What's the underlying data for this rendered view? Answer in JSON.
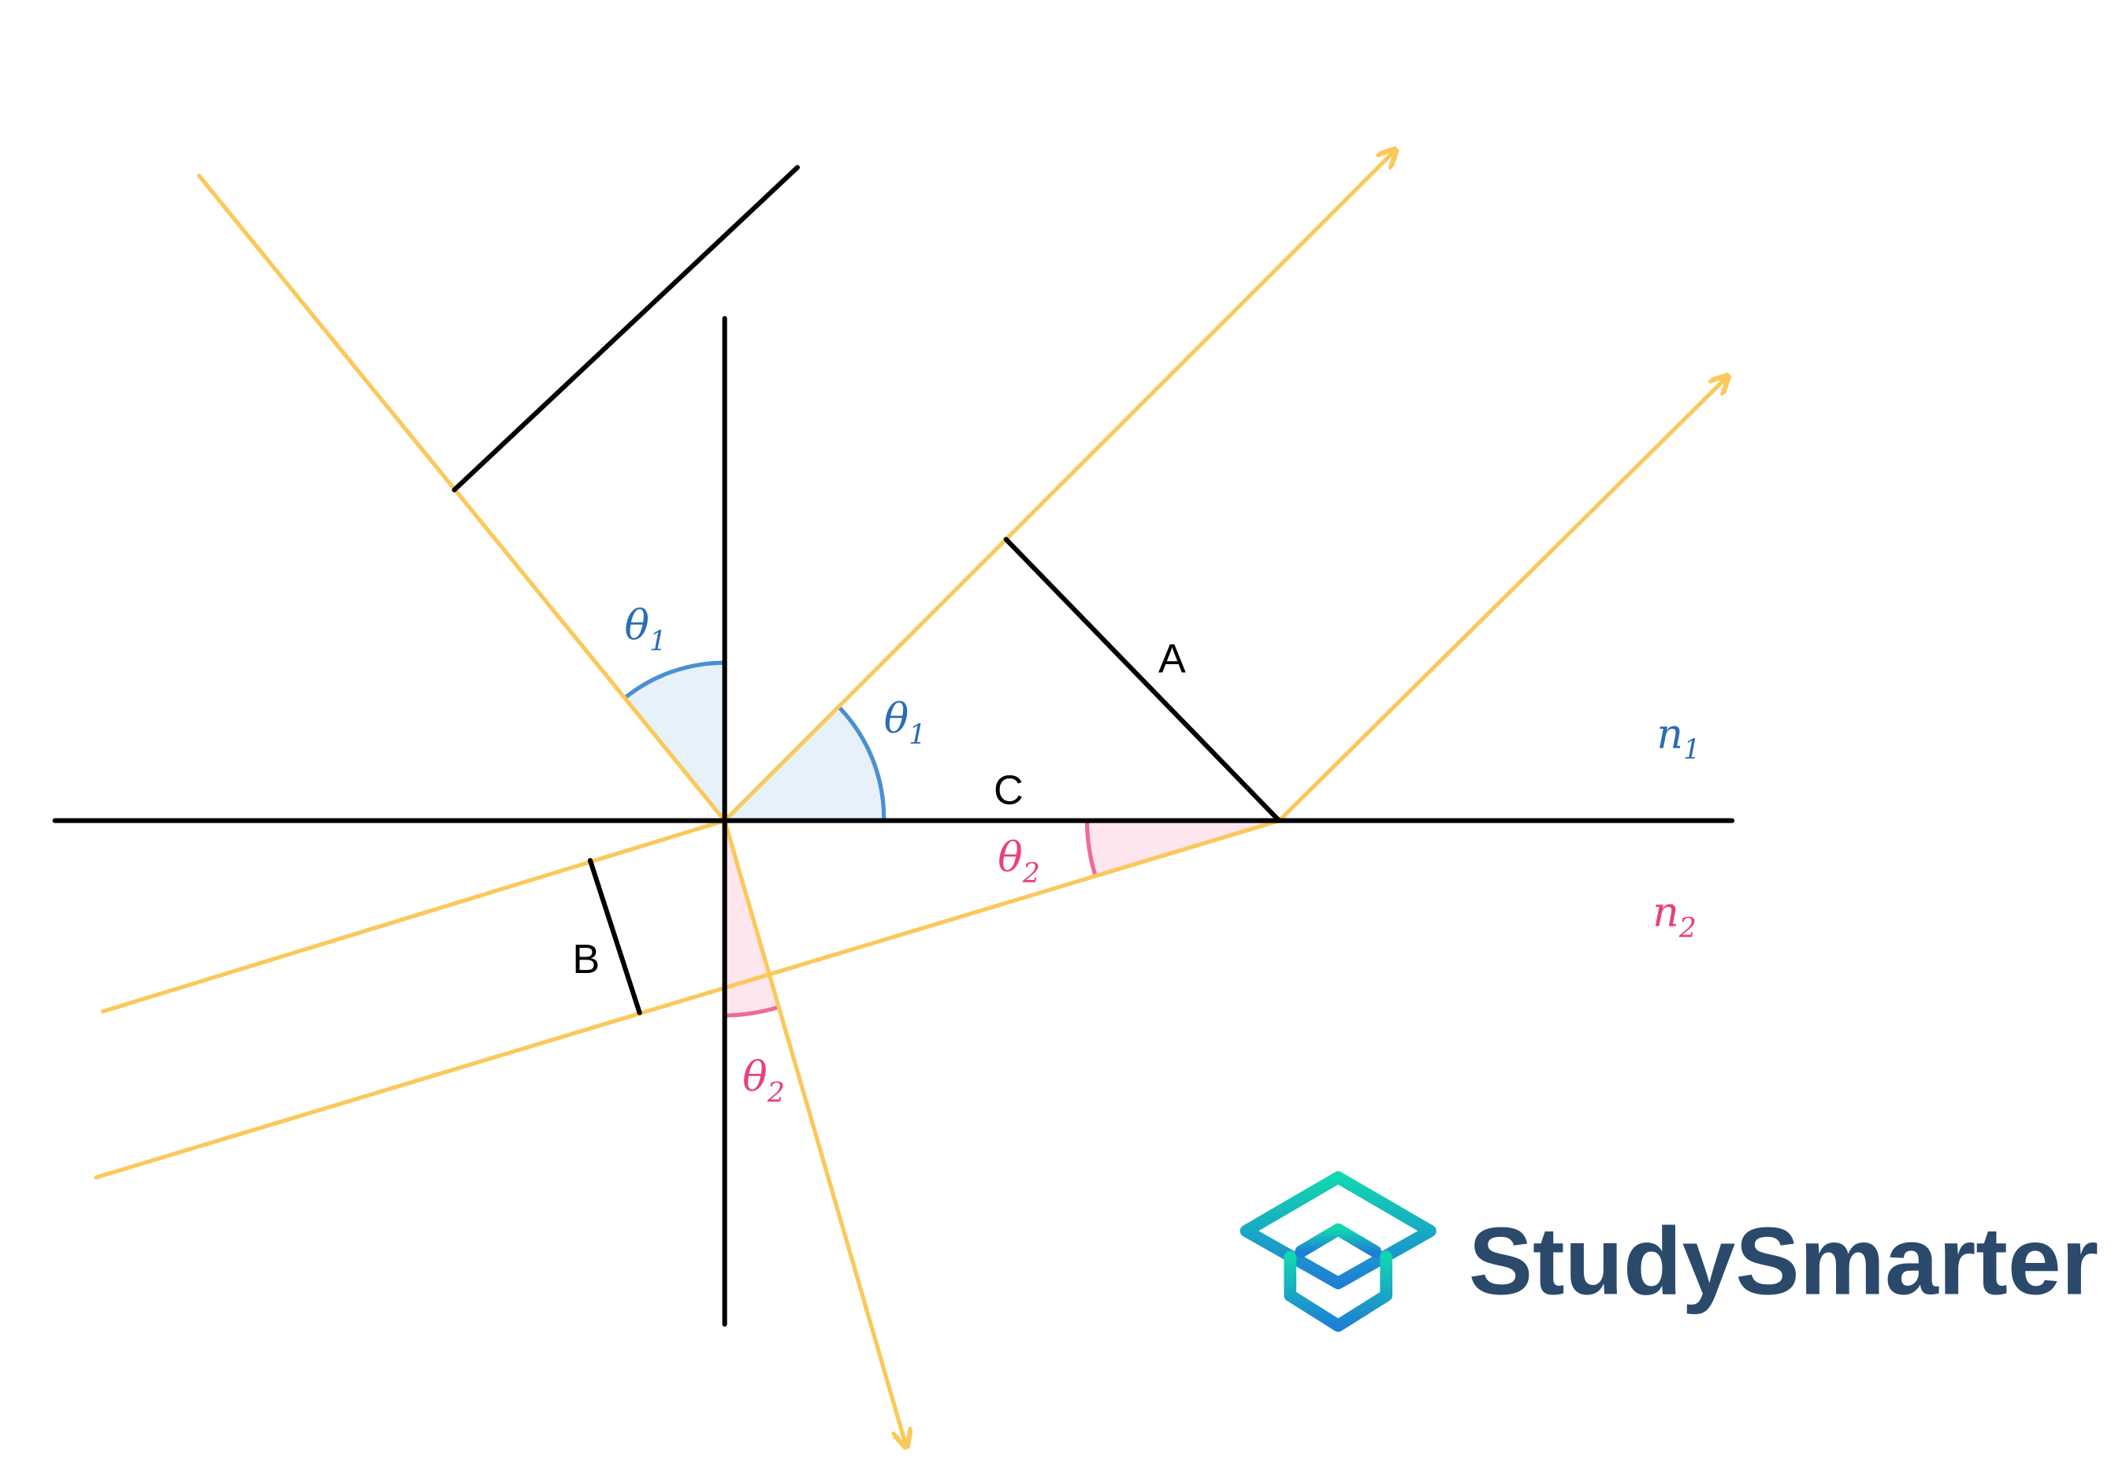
{
  "diagram": {
    "colors": {
      "ray": "#fbc85a",
      "line": "#000000",
      "theta1": "#4a90d0",
      "theta1_fill": "#e6f1fa",
      "theta2": "#e9417a",
      "theta2_fill": "#fde6ee",
      "n1": "#2a6cb5",
      "n2": "#e9417a"
    },
    "labels": {
      "A": "A",
      "B": "B",
      "C": "C",
      "theta1": {
        "symbol": "θ",
        "sub": "1"
      },
      "theta2": {
        "symbol": "θ",
        "sub": "2"
      },
      "n1": {
        "symbol": "n",
        "sub": "1"
      },
      "n2": {
        "symbol": "n",
        "sub": "2"
      }
    }
  },
  "logo": {
    "text": "StudySmarter",
    "text_color": "#2b4a6b",
    "gradient": [
      "#12d6b0",
      "#1e7fd6"
    ]
  }
}
